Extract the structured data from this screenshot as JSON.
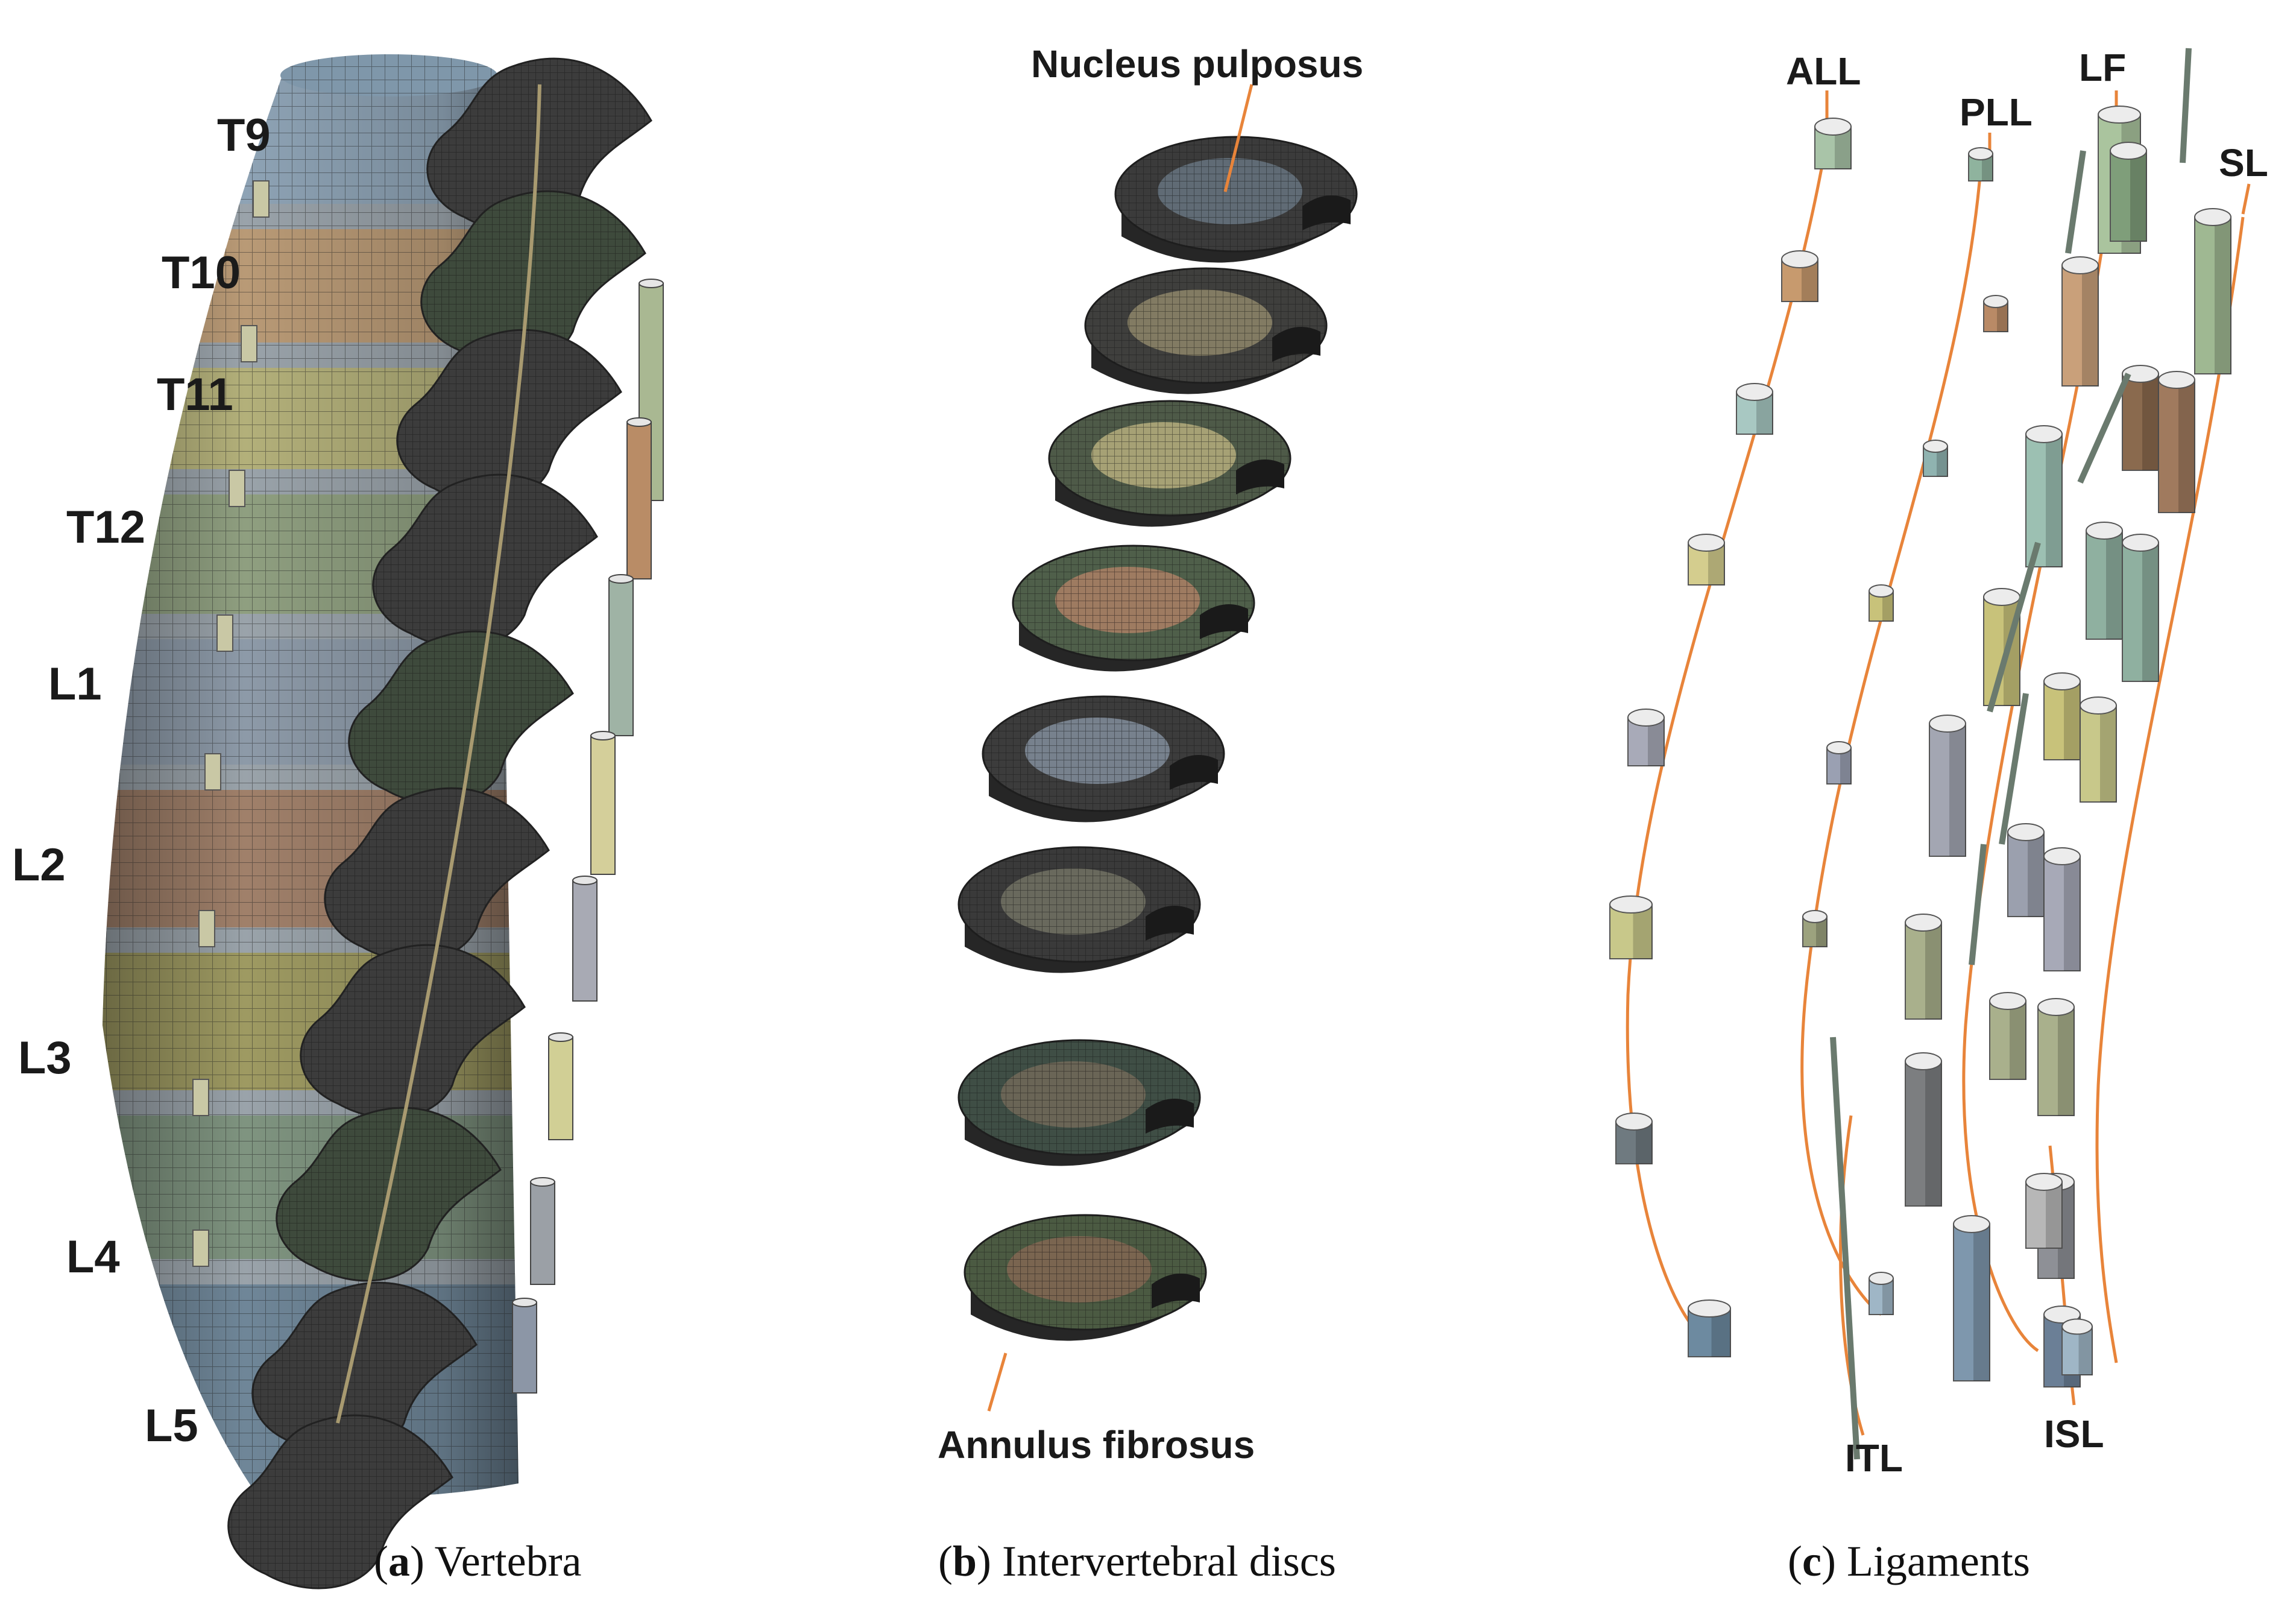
{
  "panels": [
    {
      "id": "a",
      "caption_letter": "a",
      "caption_text": "Vertebra",
      "labels": [
        "T9",
        "T10",
        "T11",
        "T12",
        "L1",
        "L2",
        "L3",
        "L4",
        "L5"
      ]
    },
    {
      "id": "b",
      "caption_letter": "b",
      "caption_text": "Intervertebral discs",
      "labels": [
        "Nucleus pulposus",
        "Annulus fibrosus"
      ]
    },
    {
      "id": "c",
      "caption_letter": "c",
      "caption_text": "Ligaments",
      "labels": [
        "ALL",
        "PLL",
        "LF",
        "SL",
        "ITL",
        "ISL"
      ]
    }
  ],
  "colors": {
    "segment_palette": [
      "#8ea3b5",
      "#b99a76",
      "#b3b07a",
      "#8f9f80",
      "#8d9aa8",
      "#a0806a",
      "#9e9a62",
      "#7f9480",
      "#6f8698"
    ],
    "mesh_dark": "#3c3c3c",
    "leader_line": "#e8843a"
  }
}
